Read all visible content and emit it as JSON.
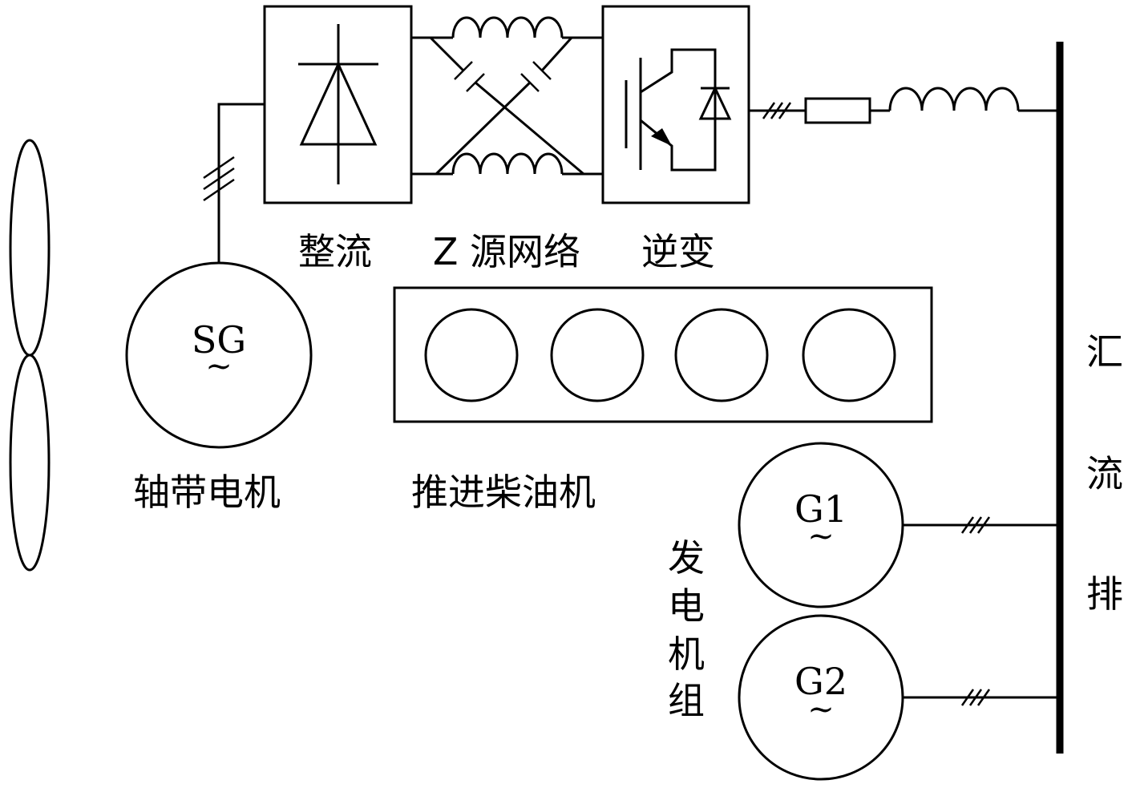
{
  "labels": {
    "rectifier": "整流",
    "z_source": "Z 源网络",
    "inverter": "逆变",
    "shaft_generator": "轴带电机",
    "propulsion_diesel": "推进柴油机",
    "generator_set": [
      "发",
      "电",
      "机",
      "组"
    ],
    "busbar": [
      "汇",
      "流",
      "排"
    ]
  },
  "machines": {
    "sg": {
      "name": "SG",
      "symbol": "~"
    },
    "g1": {
      "name": "G1",
      "symbol": "~"
    },
    "g2": {
      "name": "G2",
      "symbol": "~"
    }
  },
  "colors": {
    "stroke": "#000000",
    "background": "#ffffff"
  }
}
